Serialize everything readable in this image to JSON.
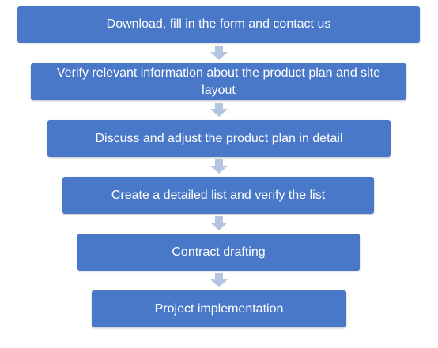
{
  "flow": {
    "steps": [
      "Download, fill in the form and contact us",
      "Verify relevant information about the product plan and site layout",
      "Discuss and adjust the product plan in detail",
      "Create a detailed list and verify the list",
      "Contract drafting",
      "Project implementation"
    ]
  },
  "colors": {
    "box": "#4a78c8",
    "text": "#ffffff",
    "arrow": "#b4c4e3"
  }
}
